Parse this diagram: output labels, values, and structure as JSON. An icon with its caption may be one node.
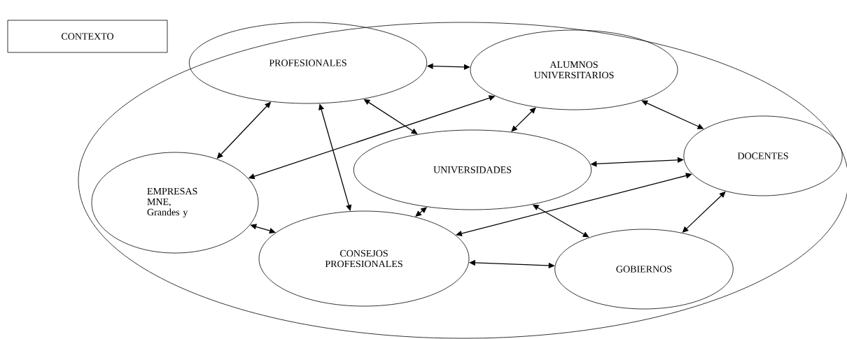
{
  "diagram": {
    "nodes": [
      {
        "text": [
          "CONTEXTO"
        ]
      },
      {
        "text": [],
        "shape": "ellipse"
      },
      {
        "text": [
          "PROFESIONALES"
        ],
        "in": 1
      },
      {
        "text": [
          "ALUMNOS UNIVERSITARIOS"
        ],
        "in": 1
      },
      {
        "text": [
          "EMPRESAS MNE, Grandes y"
        ],
        "in": 1
      },
      {
        "text": [
          "UNIVERSIDADES"
        ],
        "in": 1
      },
      {
        "text": [
          "DOCENTES"
        ],
        "in": 1
      },
      {
        "text": [
          "CONSEJOS PROFESIONALES"
        ],
        "in": 1
      },
      {
        "text": [
          "GOBIERNOS"
        ],
        "in": 1
      }
    ],
    "edges": [
      {
        "from": 2,
        "to": 3,
        "arrow": "both"
      },
      {
        "from": 2,
        "to": 4,
        "arrow": "both"
      },
      {
        "from": 2,
        "to": 5,
        "arrow": "both"
      },
      {
        "from": 2,
        "to": 7,
        "arrow": "both"
      },
      {
        "from": 3,
        "to": 4,
        "arrow": "both"
      },
      {
        "from": 3,
        "to": 5,
        "arrow": "both"
      },
      {
        "from": 3,
        "to": 6,
        "arrow": "both"
      },
      {
        "from": 5,
        "to": 6,
        "arrow": "both"
      },
      {
        "from": 6,
        "to": 7,
        "arrow": "both"
      },
      {
        "from": 5,
        "to": 8,
        "arrow": "both"
      },
      {
        "from": 6,
        "to": 8,
        "arrow": "both"
      },
      {
        "from": 5,
        "to": 7,
        "arrow": "both"
      },
      {
        "from": 4,
        "to": 7,
        "arrow": "both"
      },
      {
        "from": 7,
        "to": 8,
        "arrow": "both"
      }
    ]
  }
}
